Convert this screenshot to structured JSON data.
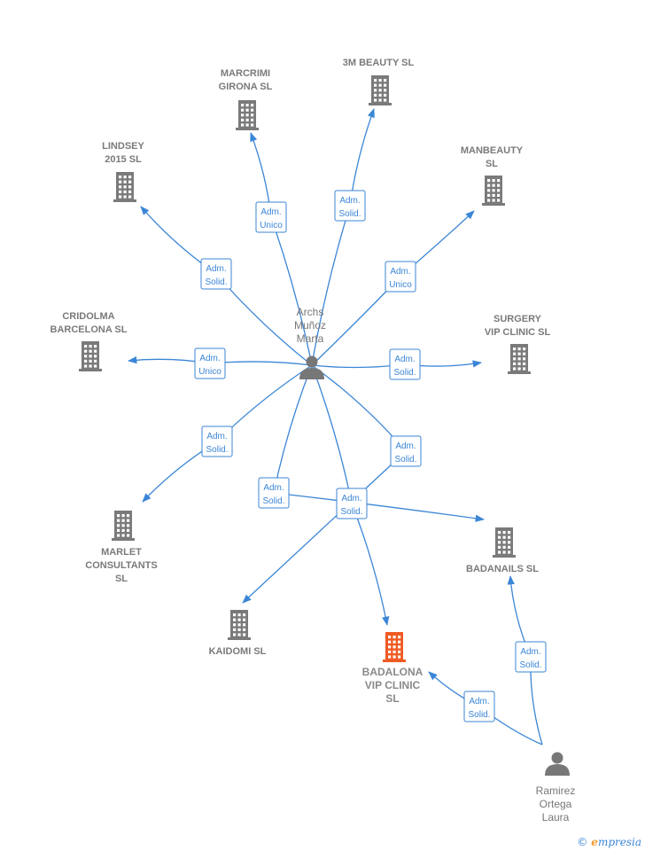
{
  "colors": {
    "edge": "#3b86d6",
    "company": "#7a7a7a",
    "company_main": "#f05a23",
    "person": "#777777"
  },
  "people": [
    {
      "id": "archs",
      "lines": [
        "Archs",
        "Muñoz",
        "Marta"
      ],
      "icon": "person-icon"
    },
    {
      "id": "ramirez",
      "lines": [
        "Ramirez",
        "Ortega",
        "Laura"
      ],
      "icon": "person-icon"
    }
  ],
  "companies": [
    {
      "id": "marcrimi",
      "lines": [
        "MARCRIMI",
        "GIRONA  SL"
      ],
      "icon": "building-icon"
    },
    {
      "id": "3m",
      "lines": [
        "3M BEAUTY  SL"
      ],
      "icon": "building-icon"
    },
    {
      "id": "lindsey",
      "lines": [
        "LINDSEY",
        "2015  SL"
      ],
      "icon": "building-icon"
    },
    {
      "id": "manbeauty",
      "lines": [
        "MANBEAUTY",
        "SL"
      ],
      "icon": "building-icon"
    },
    {
      "id": "cridolma",
      "lines": [
        "CRIDOLMA",
        "BARCELONA SL"
      ],
      "icon": "building-icon"
    },
    {
      "id": "surgery",
      "lines": [
        "SURGERY",
        "VIP CLINIC  SL"
      ],
      "icon": "building-icon"
    },
    {
      "id": "marlet",
      "lines": [
        "MARLET",
        "CONSULTANTS",
        "SL"
      ],
      "icon": "building-icon"
    },
    {
      "id": "badanails",
      "lines": [
        "BADANAILS  SL"
      ],
      "icon": "building-icon"
    },
    {
      "id": "kaidomi",
      "lines": [
        "KAIDOMI  SL"
      ],
      "icon": "building-icon"
    },
    {
      "id": "badalona",
      "lines": [
        "BADALONA",
        "VIP CLINIC",
        "SL"
      ],
      "icon": "building-icon",
      "main": true
    }
  ],
  "relations": [
    {
      "from": "archs",
      "to": "marcrimi",
      "lines": [
        "Adm.",
        "Unico"
      ]
    },
    {
      "from": "archs",
      "to": "3m",
      "lines": [
        "Adm.",
        "Solid."
      ]
    },
    {
      "from": "archs",
      "to": "lindsey",
      "lines": [
        "Adm.",
        "Solid."
      ]
    },
    {
      "from": "archs",
      "to": "manbeauty",
      "lines": [
        "Adm.",
        "Unico"
      ]
    },
    {
      "from": "archs",
      "to": "cridolma",
      "lines": [
        "Adm.",
        "Unico"
      ]
    },
    {
      "from": "archs",
      "to": "surgery",
      "lines": [
        "Adm.",
        "Solid."
      ]
    },
    {
      "from": "archs",
      "to": "marlet",
      "lines": [
        "Adm.",
        "Solid."
      ]
    },
    {
      "from": "archs",
      "to": "badanails",
      "lines": [
        "Adm.",
        "Solid."
      ]
    },
    {
      "from": "archs",
      "to": "kaidomi",
      "lines": [
        "Adm.",
        "Solid."
      ]
    },
    {
      "from": "archs",
      "to": "badalona",
      "lines": [
        "Adm.",
        "Solid."
      ]
    },
    {
      "from": "ramirez",
      "to": "badanails",
      "lines": [
        "Adm.",
        "Solid."
      ]
    },
    {
      "from": "ramirez",
      "to": "badalona",
      "lines": [
        "Adm.",
        "Solid."
      ]
    }
  ],
  "brand": {
    "copyright": "©",
    "first_letter": "e",
    "rest": "mpresia"
  }
}
